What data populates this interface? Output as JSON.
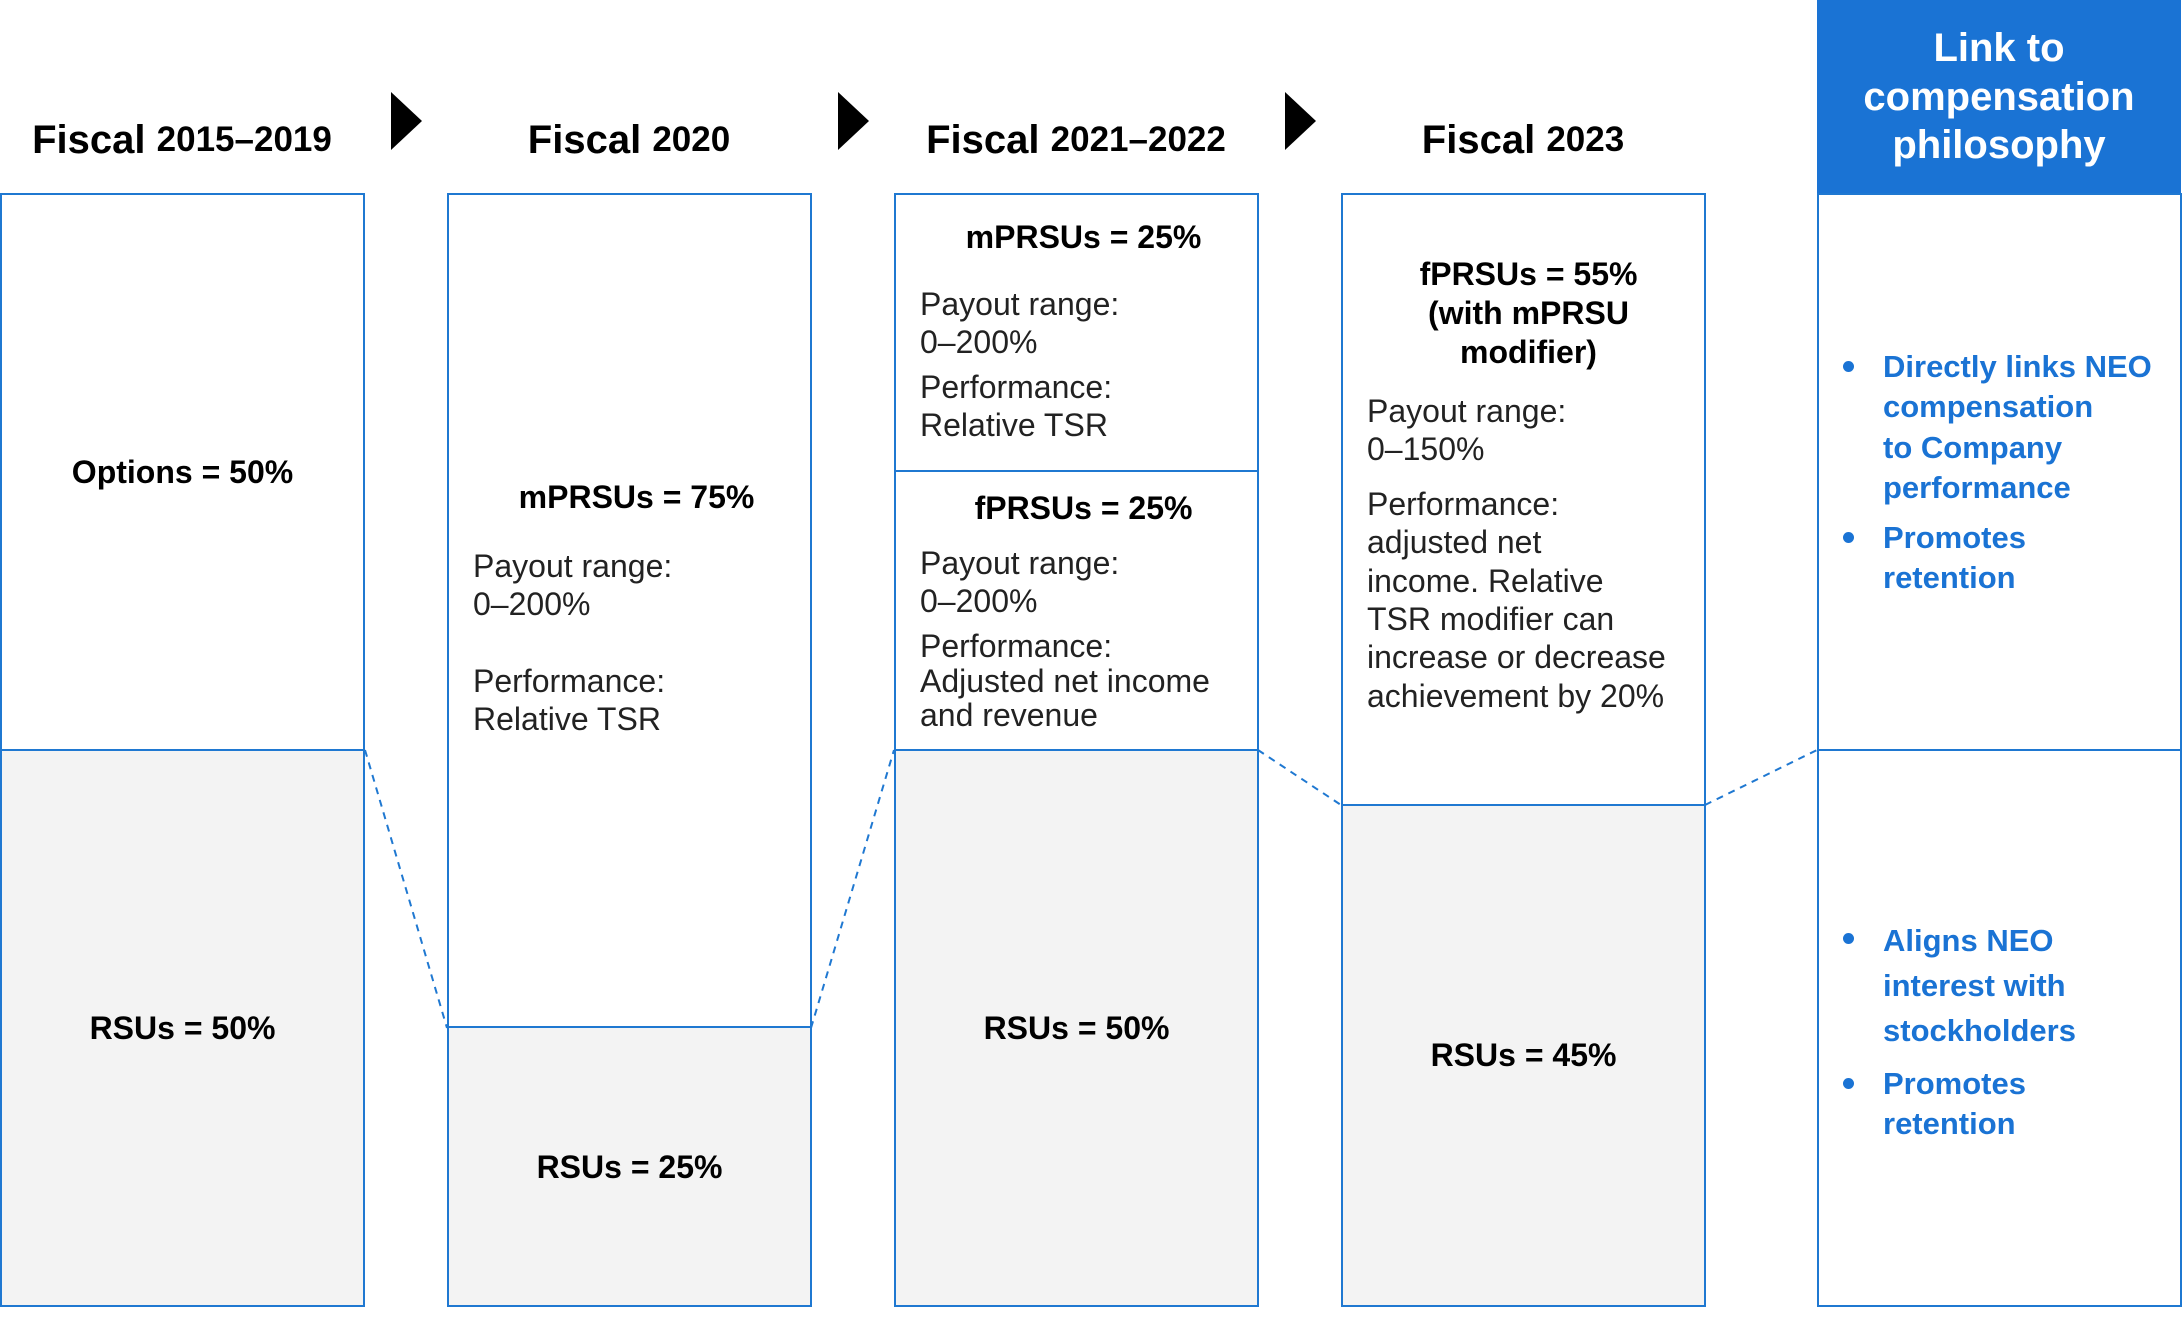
{
  "periods": [
    {
      "label": "Fiscal",
      "years": "2015–2019"
    },
    {
      "label": "Fiscal",
      "years": "2020"
    },
    {
      "label": "Fiscal",
      "years": "2021–2022"
    },
    {
      "label": "Fiscal",
      "years": "2023"
    }
  ],
  "col1": {
    "options": "Options = 50%",
    "rsus": "RSUs = 50%"
  },
  "col2": {
    "mprsu_title": "mPRSUs = 75%",
    "payout_label": "Payout range:",
    "payout_value": "0–200%",
    "perf_label": "Performance:",
    "perf_value": "Relative TSR",
    "rsus": "RSUs = 25%"
  },
  "col3": {
    "mprsu_title": "mPRSUs = 25%",
    "mprsu_payout_label": "Payout range:",
    "mprsu_payout_value": "0–200%",
    "mprsu_perf_label": "Performance:",
    "mprsu_perf_value": "Relative TSR",
    "fprsu_title": "fPRSUs = 25%",
    "fprsu_payout_label": "Payout range:",
    "fprsu_payout_value": "0–200%",
    "fprsu_perf_label": "Performance:",
    "fprsu_perf_line1": "Adjusted net income",
    "fprsu_perf_line2": "and revenue",
    "rsus": "RSUs = 50%"
  },
  "col4": {
    "title_line1": "fPRSUs = 55%",
    "title_line2": "(with mPRSU",
    "title_line3": "modifier)",
    "payout_label": "Payout range:",
    "payout_value": "0–150%",
    "perf_lines": [
      "Performance:",
      "adjusted net",
      "income. Relative",
      "TSR modifier can",
      "increase or decrease",
      "achievement by 20%"
    ],
    "rsus": "RSUs = 45%"
  },
  "philosophy": {
    "header_lines": [
      "Link to",
      "compensation",
      "philosophy"
    ],
    "top_bullets": [
      [
        "Directly links NEO",
        "compensation",
        "to Company",
        "performance"
      ],
      [
        "Promotes",
        "retention"
      ]
    ],
    "bottom_bullets": [
      [
        "Aligns NEO",
        "interest with",
        "stockholders"
      ],
      [
        "Promotes",
        "retention"
      ]
    ]
  },
  "colors": {
    "accent_blue": "#1a73d4",
    "border_blue": "#1f78d1",
    "rsu_fill": "#f3f3f3"
  }
}
